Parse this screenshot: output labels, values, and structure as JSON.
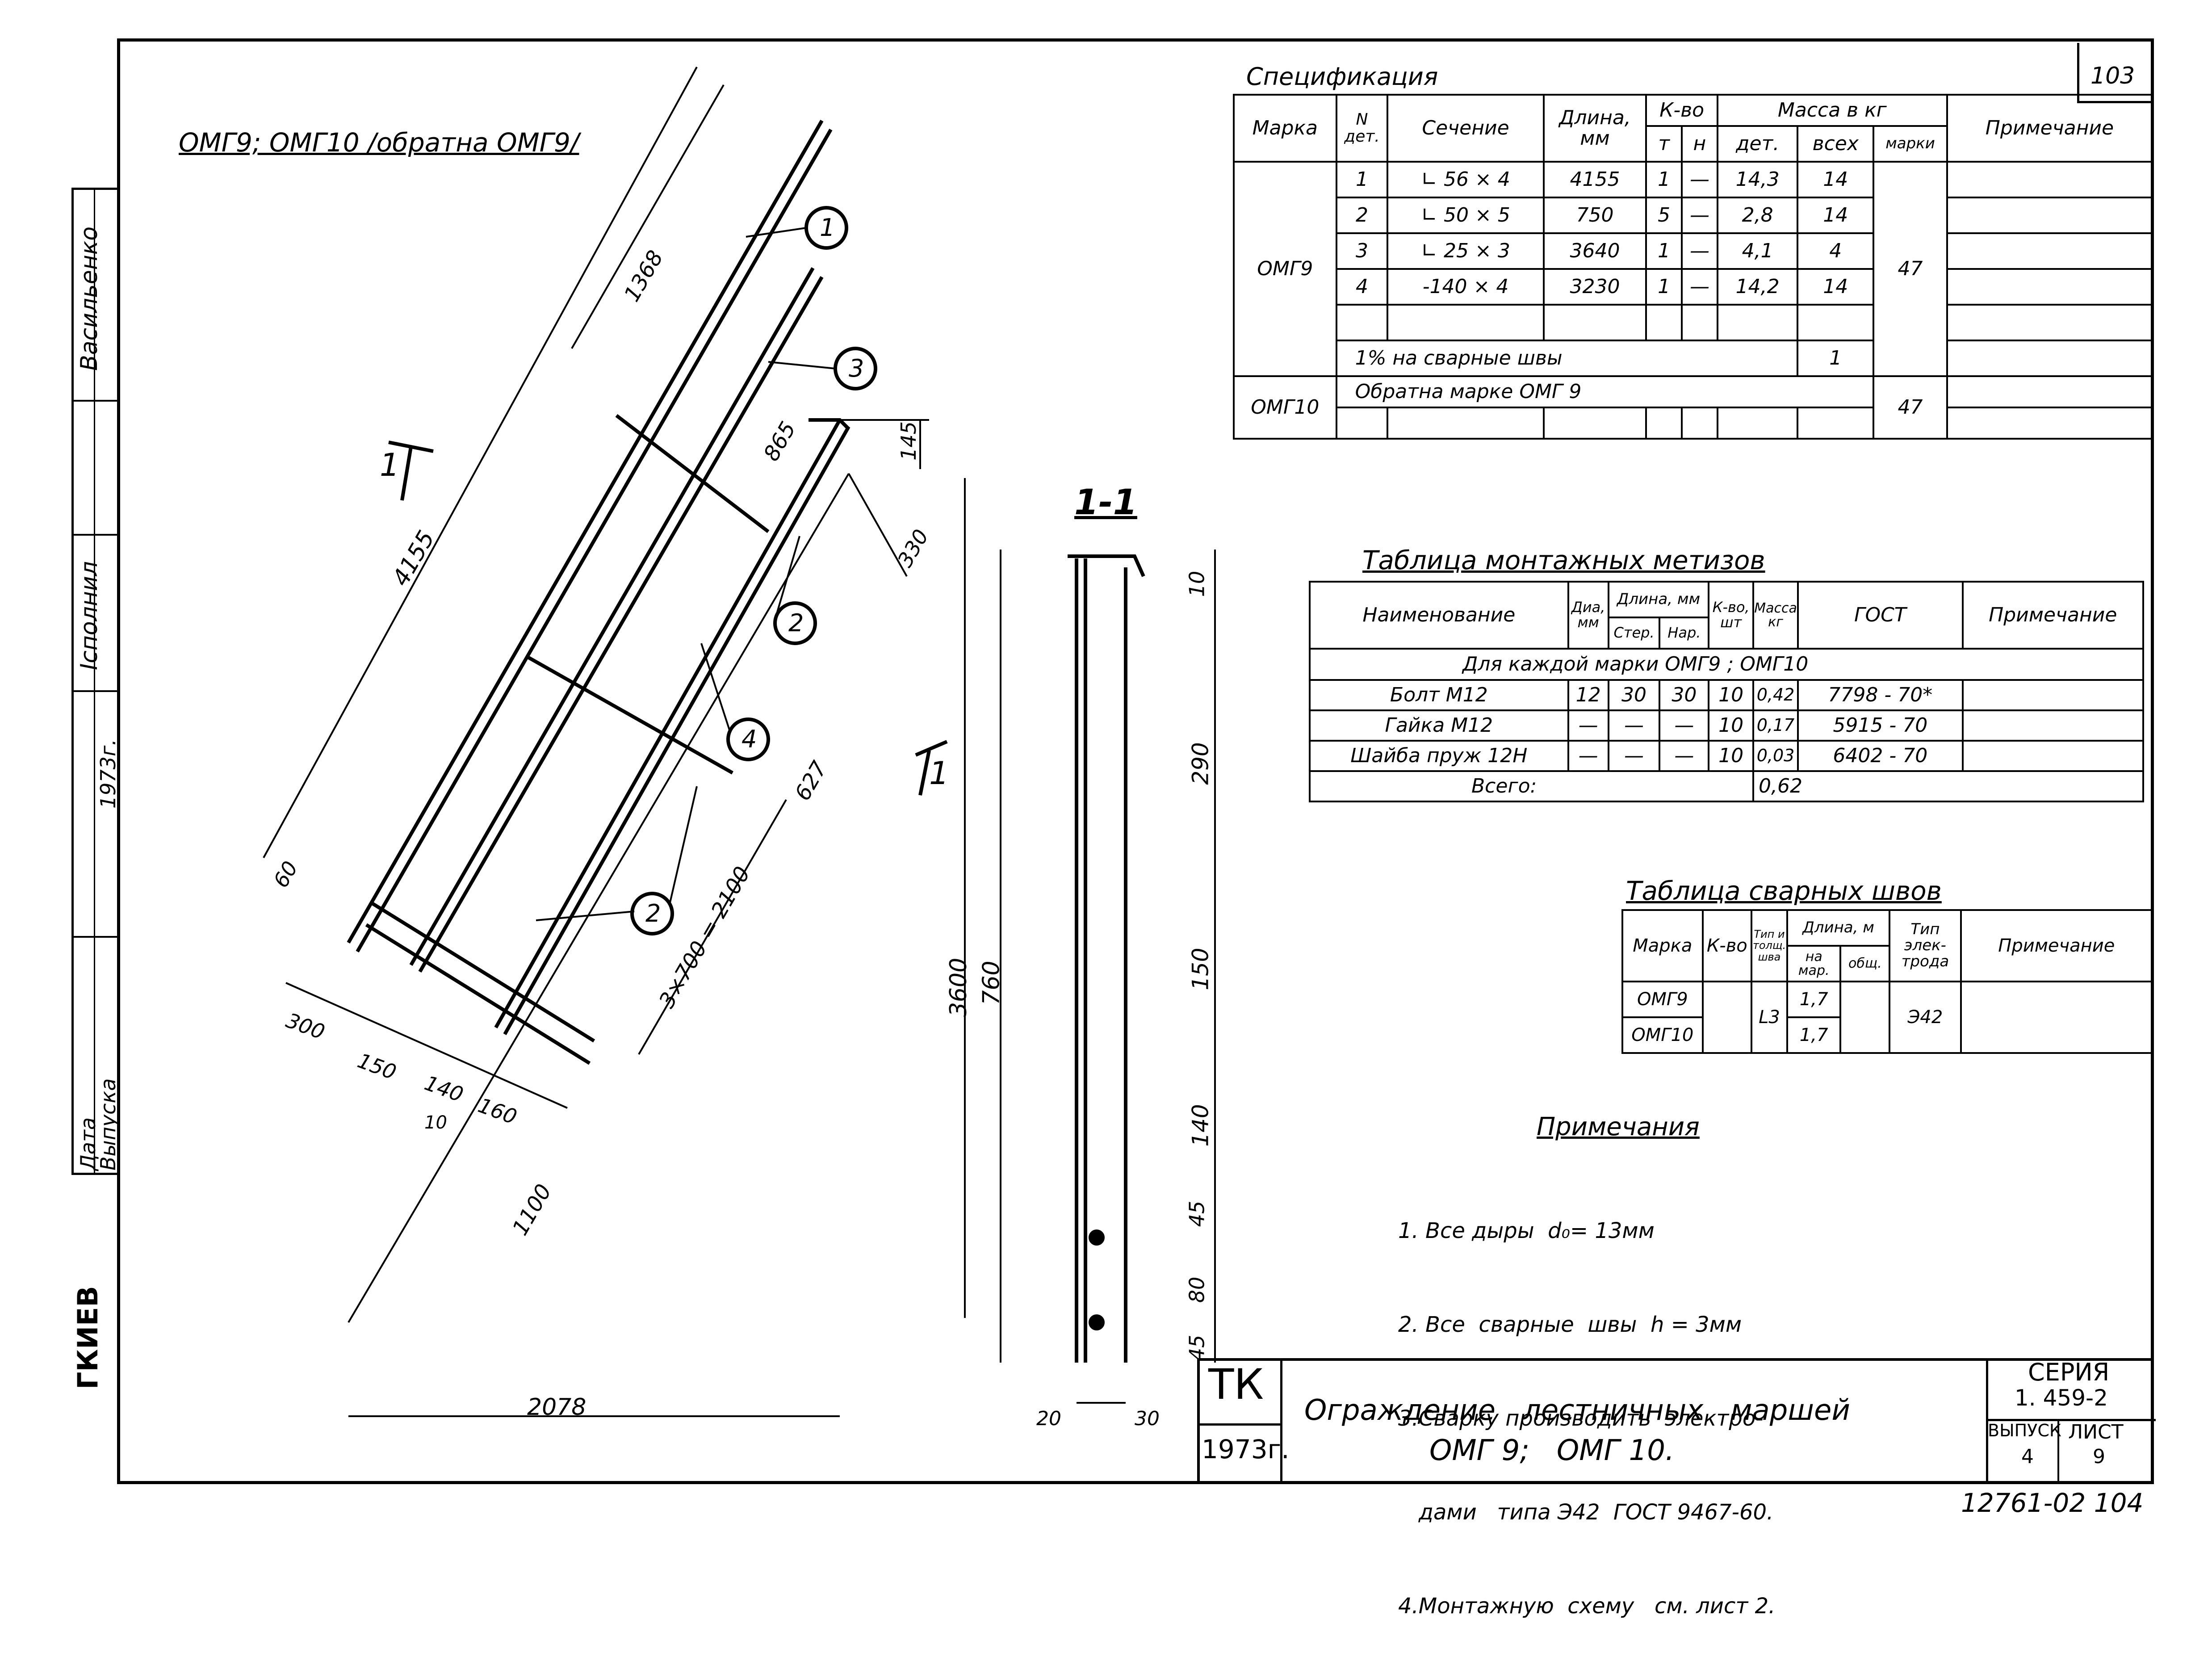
{
  "drawing": {
    "main_title": "ОМГ9; ОМГ10 /обратна ОМГ9/",
    "section_label": "1-1",
    "section_marks": [
      "1",
      "1"
    ],
    "dims_left": [
      "1368",
      "4155",
      "865",
      "145",
      "330",
      "627",
      "60",
      "300",
      "150",
      "140",
      "10",
      "160",
      "3×700 = 2100",
      "1100",
      "2078",
      "3600"
    ],
    "callouts": [
      "1",
      "3",
      "2",
      "4",
      "2"
    ],
    "dims_section": [
      "10",
      "290",
      "150",
      "140",
      "45",
      "80",
      "45",
      "760",
      "20",
      "30"
    ]
  },
  "side_stamp": {
    "labels": [
      "Васильенко",
      "Ісполнил",
      "1973г.",
      "Дата",
      "Выпуска"
    ],
    "org": "ГКИЕВ"
  },
  "sheet_number": "103",
  "spec": {
    "title": "Спецификация",
    "headers": {
      "marka": "Марка",
      "ndet": "N дет.",
      "section": "Сечение",
      "length": "Длина, мм",
      "qty": "К-во",
      "qty_t": "т",
      "qty_n": "н",
      "mass": "Масса в кг",
      "mass_det": "дет.",
      "mass_all": "всех",
      "mass_mark": "марки",
      "note": "Примечание"
    },
    "group_mark": "ОМГ9",
    "group_mass": "47",
    "rows": [
      {
        "n": "1",
        "section": "∟ 56 × 4",
        "length": "4155",
        "t": "1",
        "h": "—",
        "det": "14,3",
        "all": "14"
      },
      {
        "n": "2",
        "section": "∟ 50 × 5",
        "length": "750",
        "t": "5",
        "h": "—",
        "det": "2,8",
        "all": "14"
      },
      {
        "n": "3",
        "section": "∟ 25 × 3",
        "length": "3640",
        "t": "1",
        "h": "—",
        "det": "4,1",
        "all": "4"
      },
      {
        "n": "4",
        "section": "-140 × 4",
        "length": "3230",
        "t": "1",
        "h": "—",
        "det": "14,2",
        "all": "14"
      }
    ],
    "weld_row": {
      "text": "1% на сварные швы",
      "all": "1"
    },
    "reverse": {
      "mark": "ОМГ10",
      "text": "Обратна марке ОМГ 9",
      "mass": "47"
    }
  },
  "fasteners": {
    "title": "Таблица монтажных метизов",
    "headers": {
      "name": "Наименование",
      "dia": "Диа, мм",
      "len": "Длина, мм",
      "len_a": "Стер.",
      "len_b": "Нар.",
      "qty": "К-во, шт",
      "mass": "Масса кг",
      "gost": "ГОСТ",
      "note": "Примечание"
    },
    "subtitle": "Для каждой марки ОМГ9 ; ОМГ10",
    "rows": [
      {
        "name": "Болт М12",
        "dia": "12",
        "a": "30",
        "b": "30",
        "qty": "10",
        "mass": "0,42",
        "gost": "7798 - 70*"
      },
      {
        "name": "Гайка М12",
        "dia": "—",
        "a": "—",
        "b": "—",
        "qty": "10",
        "mass": "0,17",
        "gost": "5915 - 70"
      },
      {
        "name": "Шайба пруж 12Н",
        "dia": "—",
        "a": "—",
        "b": "—",
        "qty": "10",
        "mass": "0,03",
        "gost": "6402 - 70"
      }
    ],
    "total_label": "Всего:",
    "total": "0,62"
  },
  "welds": {
    "title": "Таблица сварных швов",
    "headers": {
      "marka": "Марка",
      "qty": "К-во",
      "type": "Тип и толщ. шва",
      "len": "Длина, м",
      "len_a": "на мар.",
      "len_b": "общ.",
      "electrode": "Тип элек-трода",
      "note": "Примечание"
    },
    "rows": [
      {
        "mark": "ОМГ9",
        "len": "1,7"
      },
      {
        "mark": "ОМГ10",
        "len": "1,7"
      }
    ],
    "type_val": "L3",
    "electrode_val": "Э42"
  },
  "notes": {
    "title": "Примечания",
    "items": [
      "1. Все дыры  d₀= 13мм",
      "2. Все  сварные  швы  h = 3мм",
      "3.Сварку производить  электро-",
      "   дами   типа Э42  ГОСТ 9467-60.",
      "4.Монтажную  схему   см. лист 2."
    ]
  },
  "title_block": {
    "org": "ТК",
    "year": "1973г.",
    "title_line1": "Ограждение   лестничных   маршей",
    "title_line2": "ОМГ 9;   ОМГ 10.",
    "series_label": "СЕРИЯ",
    "series": "1. 459-2",
    "issue_label": "ВЫПУСК",
    "issue": "4",
    "sheet_label": "ЛИСТ",
    "sheet": "9"
  },
  "archive_number": "12761-02 104"
}
